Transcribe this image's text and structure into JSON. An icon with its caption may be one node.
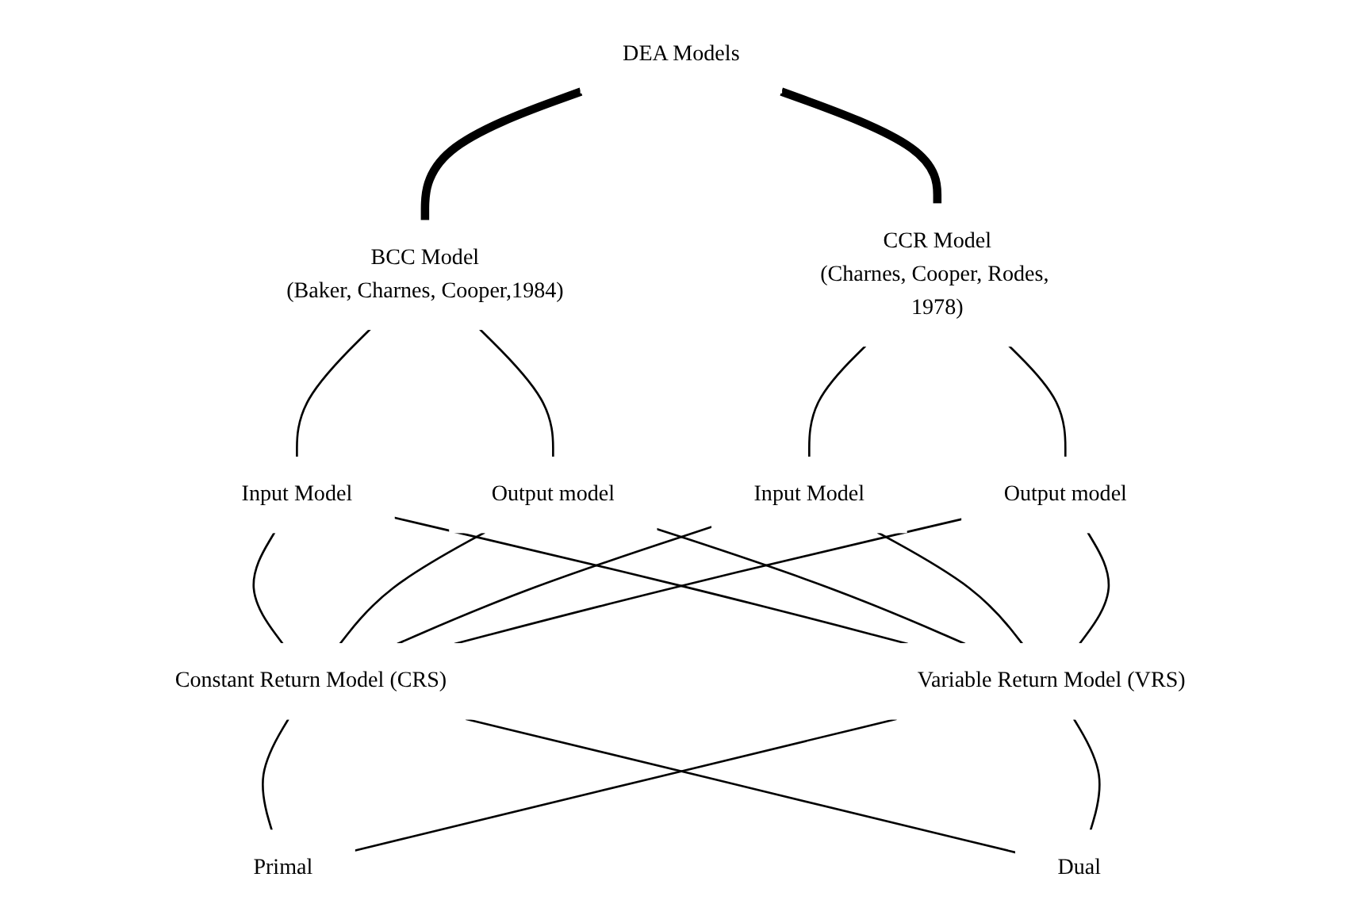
{
  "diagram": {
    "nodes": [
      {
        "text": [
          "DEA Models"
        ]
      },
      {
        "text": [
          "BCC Model",
          "(Baker, Charnes, Cooper,1984)"
        ]
      },
      {
        "text": [
          "CCR Model",
          "(Charnes, Cooper, Rodes, 1978)"
        ]
      },
      {
        "text": [
          "Input Model"
        ]
      },
      {
        "text": [
          "Output model"
        ]
      },
      {
        "text": [
          "Input Model"
        ]
      },
      {
        "text": [
          "Output model"
        ]
      },
      {
        "text": [
          "Constant Return Model (CRS)"
        ]
      },
      {
        "text": [
          "Variable Return Model (VRS)"
        ]
      },
      {
        "text": [
          "Primal"
        ]
      },
      {
        "text": [
          "Dual"
        ]
      }
    ],
    "edges": [
      {
        "from": 0,
        "to": 1,
        "arrow": "none",
        "style": "thick"
      },
      {
        "from": 0,
        "to": 2,
        "arrow": "none",
        "style": "thick"
      },
      {
        "from": 1,
        "to": 3,
        "arrow": "none"
      },
      {
        "from": 1,
        "to": 4,
        "arrow": "none"
      },
      {
        "from": 2,
        "to": 5,
        "arrow": "none"
      },
      {
        "from": 2,
        "to": 6,
        "arrow": "none"
      },
      {
        "from": 3,
        "to": 7,
        "arrow": "none"
      },
      {
        "from": 4,
        "to": 7,
        "arrow": "none"
      },
      {
        "from": 5,
        "to": 7,
        "arrow": "none"
      },
      {
        "from": 6,
        "to": 7,
        "arrow": "none"
      },
      {
        "from": 3,
        "to": 8,
        "arrow": "none"
      },
      {
        "from": 4,
        "to": 8,
        "arrow": "none"
      },
      {
        "from": 5,
        "to": 8,
        "arrow": "none"
      },
      {
        "from": 6,
        "to": 8,
        "arrow": "none"
      },
      {
        "from": 7,
        "to": 9,
        "arrow": "none"
      },
      {
        "from": 7,
        "to": 10,
        "arrow": "none"
      },
      {
        "from": 8,
        "to": 9,
        "arrow": "none"
      },
      {
        "from": 8,
        "to": 10,
        "arrow": "none"
      }
    ]
  }
}
